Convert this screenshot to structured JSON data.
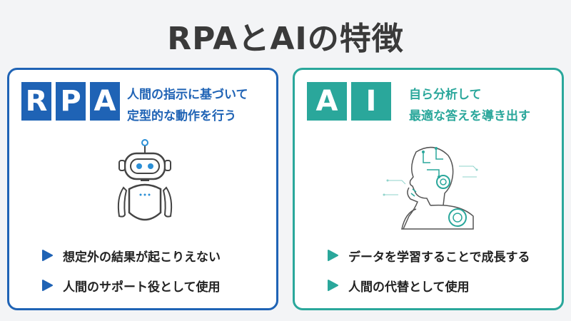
{
  "title": "RPAとAIの特徴",
  "rpa": {
    "tiles": [
      "R",
      "P",
      "A"
    ],
    "desc_line1": "人間の指示に基づいて",
    "desc_line2": "定型的な動作を行う",
    "bullets": [
      "想定外の結果が起こりえない",
      "人間のサポート役として使用"
    ],
    "color": "#1f63b5"
  },
  "ai": {
    "tiles": [
      "A",
      "I"
    ],
    "desc_line1": "自ら分析して",
    "desc_line2": "最適な答えを導き出す",
    "bullets": [
      "データを学習することで成長する",
      "人間の代替として使用"
    ],
    "color": "#2aa79b"
  },
  "icons": {
    "rpa_illustration": "robot-icon",
    "ai_illustration": "cyborg-head-icon",
    "bullet": "triangle-bullet-icon"
  }
}
